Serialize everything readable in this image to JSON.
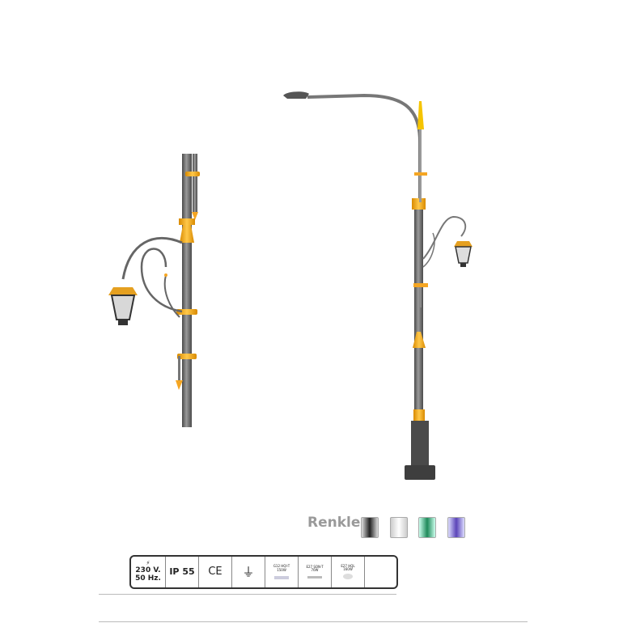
{
  "colors_label": "Renkler",
  "color_swatches": [
    "#3a3a3a",
    "#e6e6e6",
    "#1f8a5a",
    "#5b45b8"
  ],
  "accent_color": "#f5a623",
  "pole_color": "#6b6b6b",
  "spec": {
    "voltage": "230 V.",
    "frequency": "50 Hz.",
    "ip_rating": "IP 55",
    "ce_mark": "CE",
    "lamps": [
      {
        "label": "G12 HQI-T",
        "watt": "150W"
      },
      {
        "label": "E27 SON-T",
        "watt": "70W"
      },
      {
        "label": "E27 HQL",
        "watt": "160W"
      }
    ]
  }
}
